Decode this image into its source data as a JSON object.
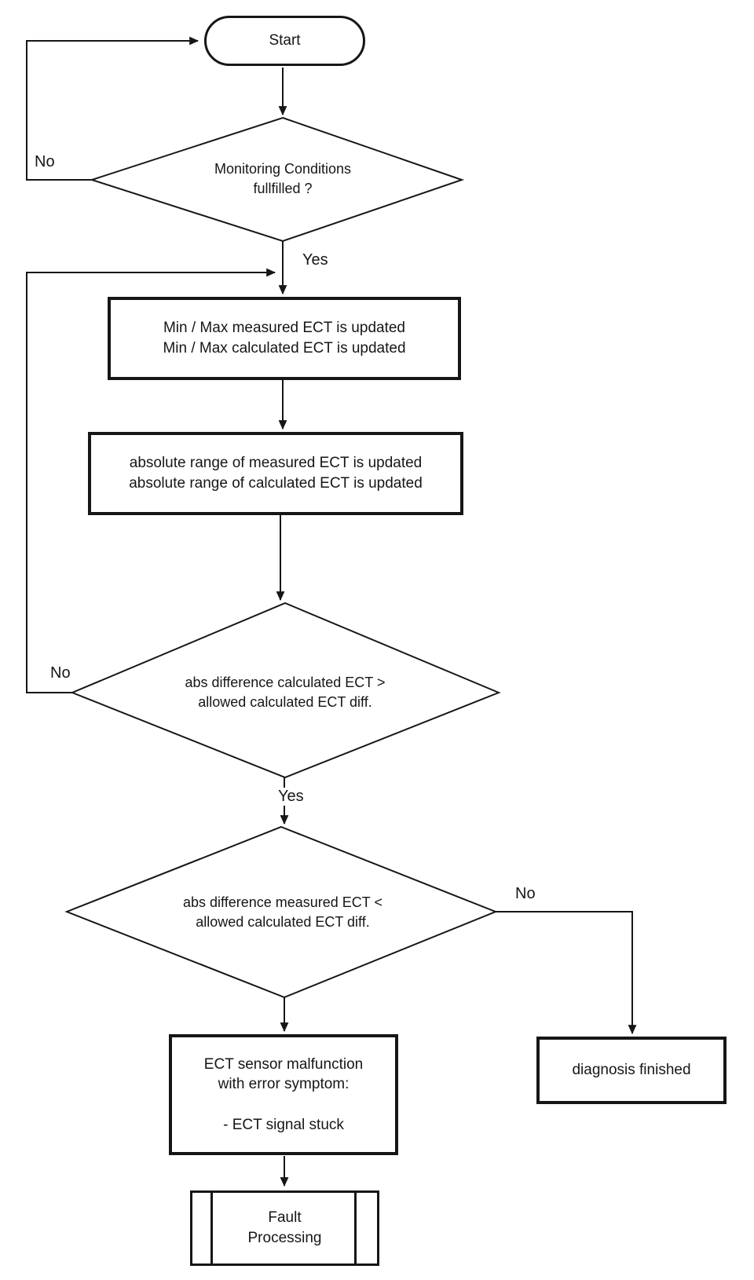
{
  "title": "ECT sensor diagnosis flowchart",
  "colors": {
    "line": "#161616",
    "background": "#ffffff",
    "text": "#161616"
  },
  "nodes": {
    "start": {
      "type": "terminator",
      "label": "Start"
    },
    "decision_monitoring": {
      "type": "decision",
      "label": "Monitoring Conditions\nfullfilled ?"
    },
    "process_minmax": {
      "type": "process",
      "label": "Min / Max measured ECT is updated\nMin / Max calculated ECT is updated"
    },
    "process_absrange": {
      "type": "process",
      "label": "absolute range of measured ECT is updated\nabsolute range of calculated ECT is updated"
    },
    "decision_calc_diff": {
      "type": "decision",
      "label": "abs difference calculated ECT  >\nallowed calculated ECT diff."
    },
    "decision_meas_diff": {
      "type": "decision",
      "label": "abs difference measured ECT  <\nallowed calculated ECT diff."
    },
    "process_malfunction": {
      "type": "process",
      "label": "ECT sensor malfunction\nwith error symptom:\n\n- ECT signal stuck"
    },
    "process_diagnosis_finished": {
      "type": "process",
      "label": "diagnosis finished"
    },
    "predefined_fault_processing": {
      "type": "predefined-process",
      "label": "Fault\nProcessing"
    }
  },
  "edge_labels": {
    "monitoring_no": "No",
    "monitoring_yes": "Yes",
    "calc_diff_no": "No",
    "calc_diff_yes": "Yes",
    "meas_diff_no": "No"
  }
}
